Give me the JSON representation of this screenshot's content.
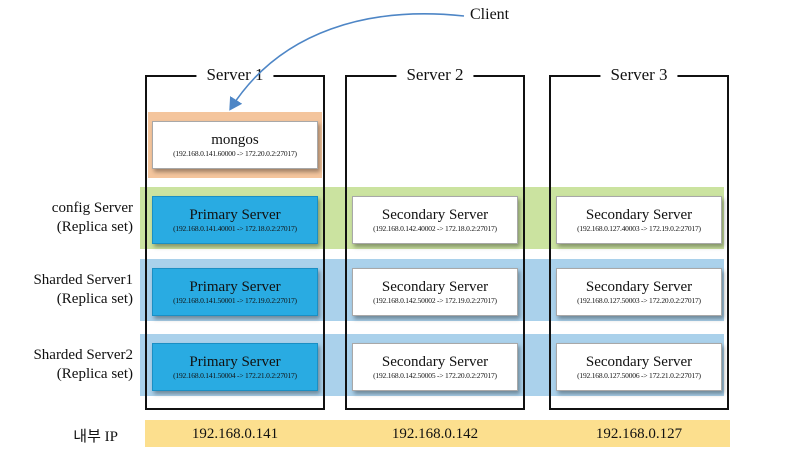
{
  "client": {
    "label": "Client"
  },
  "servers": [
    {
      "title": "Server 1"
    },
    {
      "title": "Server 2"
    },
    {
      "title": "Server 3"
    }
  ],
  "mongos": {
    "title": "mongos",
    "mapping": "(192.168.0.141.60000 -> 172.20.0.2:27017)"
  },
  "row_labels": [
    {
      "line1": "config Server",
      "line2": "(Replica set)"
    },
    {
      "line1": "Sharded Server1",
      "line2": "(Replica set)"
    },
    {
      "line1": "Sharded Server2",
      "line2": "(Replica set)"
    }
  ],
  "rows": [
    {
      "name": "config Server",
      "nodes": [
        {
          "type": "primary",
          "role": "Primary Server",
          "mapping": "(192.168.0.141.40001 -> 172.18.0.2:27017)"
        },
        {
          "type": "secondary",
          "role": "Secondary Server",
          "mapping": "(192.168.0.142.40002 -> 172.18.0.2:27017)"
        },
        {
          "type": "secondary",
          "role": "Secondary Server",
          "mapping": "(192.168.0.127.40003 -> 172.19.0.2:27017)"
        }
      ]
    },
    {
      "name": "Sharded Server1",
      "nodes": [
        {
          "type": "primary",
          "role": "Primary Server",
          "mapping": "(192.168.0.141.50001 -> 172.19.0.2:27017)"
        },
        {
          "type": "secondary",
          "role": "Secondary Server",
          "mapping": "(192.168.0.142.50002 -> 172.19.0.2:27017)"
        },
        {
          "type": "secondary",
          "role": "Secondary Server",
          "mapping": "(192.168.0.127.50003 -> 172.20.0.2:27017)"
        }
      ]
    },
    {
      "name": "Sharded Server2",
      "nodes": [
        {
          "type": "primary",
          "role": "Primary Server",
          "mapping": "(192.168.0.141.50004 -> 172.21.0.2:27017)"
        },
        {
          "type": "secondary",
          "role": "Secondary Server",
          "mapping": "(192.168.0.142.50005 -> 172.20.0.2:27017)"
        },
        {
          "type": "secondary",
          "role": "Secondary Server",
          "mapping": "(192.168.0.127.50006 -> 172.21.0.2:27017)"
        }
      ]
    }
  ],
  "footer": {
    "label": "내부 IP",
    "ips": [
      "192.168.0.141",
      "192.168.0.142",
      "192.168.0.127"
    ]
  },
  "colors": {
    "orange_band": "#f4c59d",
    "green_band": "#cbe3a0",
    "blue_band": "#aad1eb",
    "yellow_bar": "#fcdf8e",
    "primary_fill": "#29abe2",
    "primary_border": "#1a8fc4",
    "arrow_blue": "#4e86c6"
  }
}
